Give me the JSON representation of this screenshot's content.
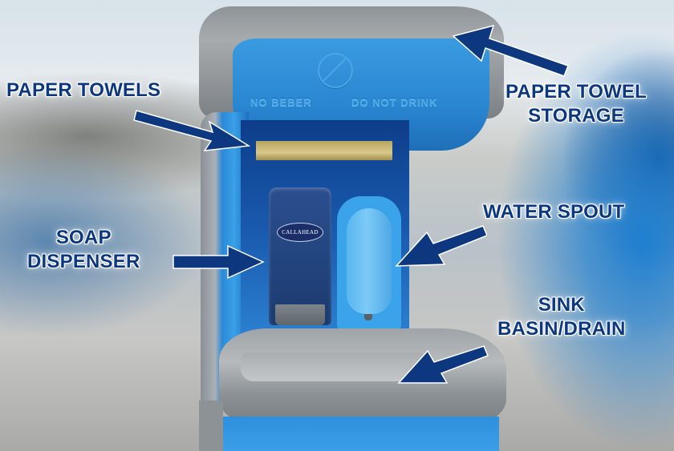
{
  "image": {
    "subject": "Portable hand-washing sink station with labeled components",
    "product_brand_on_dispenser": "CALLAHEAD",
    "embossed_text": {
      "spanish": "NO BEBER",
      "english": "DO NOT DRINK"
    },
    "colors": {
      "label_text": "#0d3880",
      "arrow": "#0d3880",
      "unit_blue": "#2a86d1",
      "lid_gray": "#9a9fa3",
      "paper_towel": "#cdbd7c"
    }
  },
  "callouts": [
    {
      "id": "paper-towels",
      "label": "PAPER TOWELS",
      "lines": [
        "PAPER TOWELS"
      ],
      "arrow_direction": "down-right"
    },
    {
      "id": "paper-towel-storage",
      "label": "PAPER TOWEL STORAGE",
      "lines": [
        "PAPER TOWEL",
        "STORAGE"
      ],
      "arrow_direction": "up-left"
    },
    {
      "id": "soap-dispenser",
      "label": "SOAP DISPENSER",
      "lines": [
        "SOAP",
        "DISPENSER"
      ],
      "arrow_direction": "right"
    },
    {
      "id": "water-spout",
      "label": "WATER SPOUT",
      "lines": [
        "WATER SPOUT"
      ],
      "arrow_direction": "down-left"
    },
    {
      "id": "sink-basin-drain",
      "label": "SINK BASIN/DRAIN",
      "lines": [
        "SINK",
        "BASIN/DRAIN"
      ],
      "arrow_direction": "down-left"
    }
  ]
}
